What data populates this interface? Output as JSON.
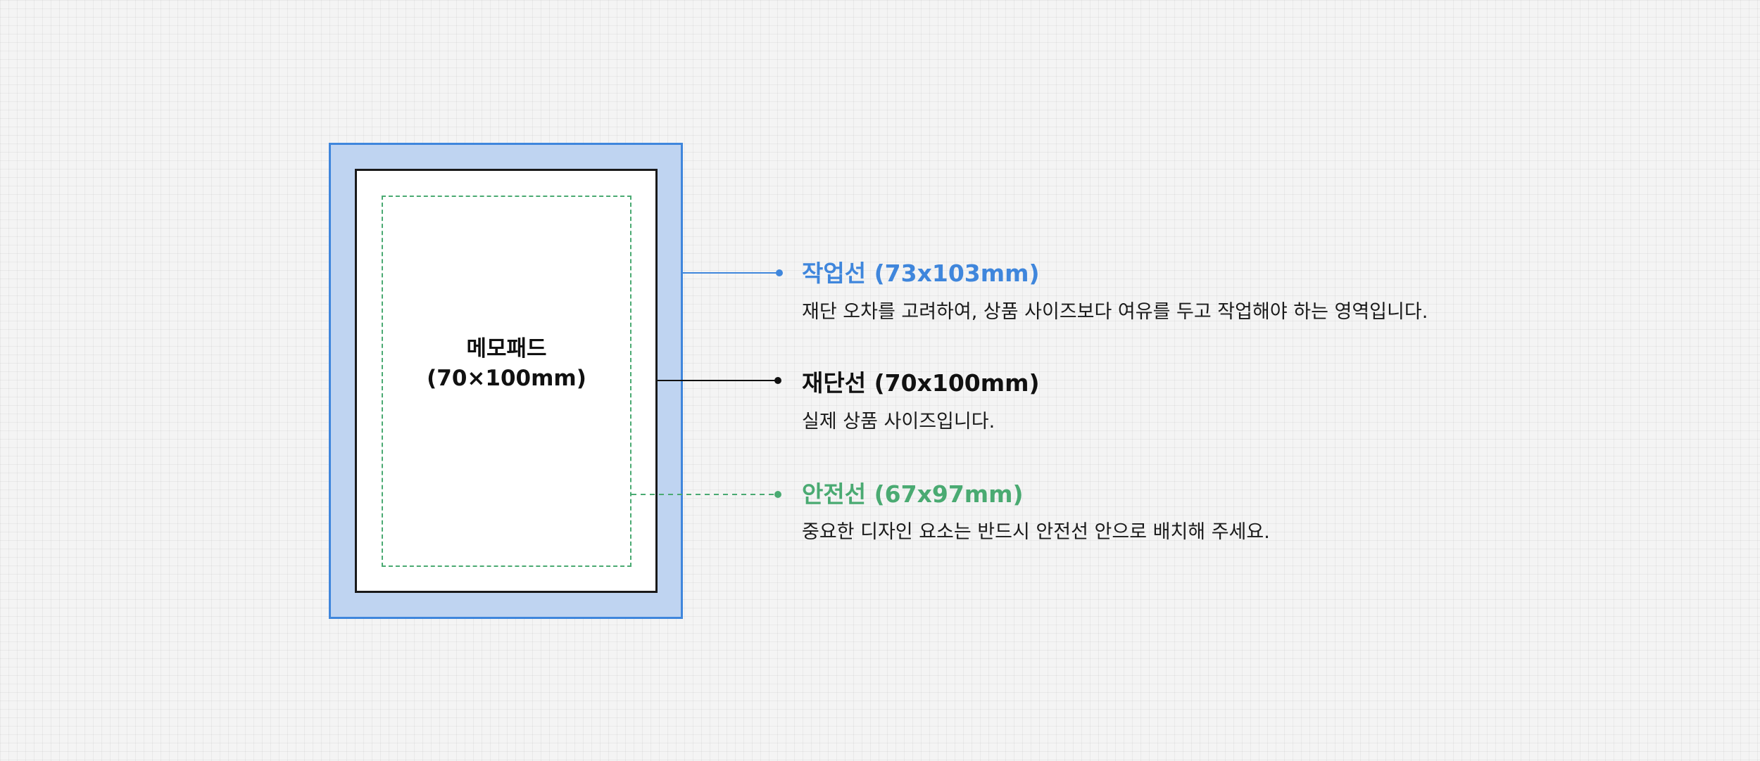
{
  "product": {
    "name": "메모패드",
    "size": "(70×100mm)"
  },
  "legend": {
    "bleed": {
      "title": "작업선 (73x103mm)",
      "description": "재단 오차를 고려하여, 상품 사이즈보다 여유를 두고 작업해야 하는 영역입니다.",
      "color": "#3f86dc"
    },
    "trim": {
      "title": "재단선 (70x100mm)",
      "description": "실제 상품 사이즈입니다.",
      "color": "#111111"
    },
    "safe": {
      "title": "안전선 (67x97mm)",
      "description": "중요한 디자인 요소는 반드시 안전선 안으로 배치해 주세요.",
      "color": "#4aaa72"
    }
  },
  "colors": {
    "bleed_fill": "#bfd4f1",
    "bleed_border": "#3f86dc",
    "trim_border": "#1a1a1a",
    "safe_border": "#4aaa72"
  }
}
